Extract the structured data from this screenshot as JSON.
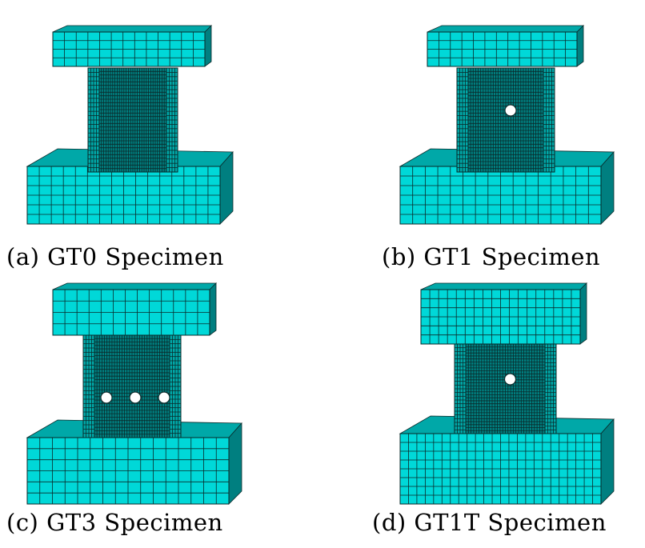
{
  "figure": {
    "colors": {
      "mesh_fill": "#00d8d8",
      "mesh_fill_dark": "#00a8a8",
      "mesh_fill_darker": "#007f80",
      "mesh_line": "#0a2a2a"
    },
    "panels": [
      {
        "id": "a",
        "caption": "(a) GT0 Specimen",
        "holes": 0,
        "hole_layout": "none"
      },
      {
        "id": "b",
        "caption": "(b) GT1 Specimen",
        "holes": 1,
        "hole_layout": "center"
      },
      {
        "id": "c",
        "caption": "(c) GT3 Specimen",
        "holes": 3,
        "hole_layout": "row-low"
      },
      {
        "id": "d",
        "caption": "(d) GT1T Specimen",
        "holes": 1,
        "hole_layout": "center"
      }
    ]
  }
}
